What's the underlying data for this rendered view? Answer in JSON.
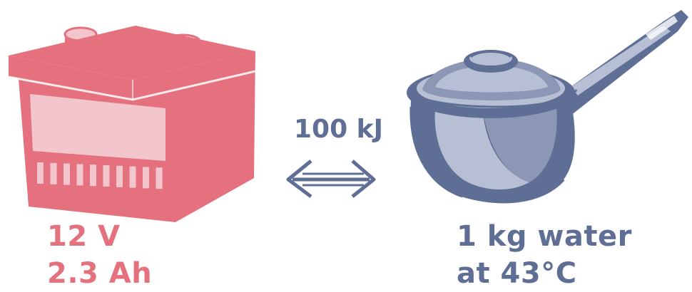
{
  "colors": {
    "battery": "#E4717D",
    "battery_light": "#F2C6CC",
    "pot": "#5F6E95",
    "pot_light": "#B7BFD4",
    "pot_mid": "#8C97B5",
    "background": "#FFFFFF"
  },
  "battery": {
    "icon": "car-battery-icon",
    "voltage": "12 V",
    "capacity": "2.3 Ah"
  },
  "energy": {
    "label": "100 kJ",
    "icon": "double-arrow-icon"
  },
  "pot": {
    "icon": "saucepan-icon",
    "mass": "1 kg water",
    "temperature": "at 43°C"
  }
}
